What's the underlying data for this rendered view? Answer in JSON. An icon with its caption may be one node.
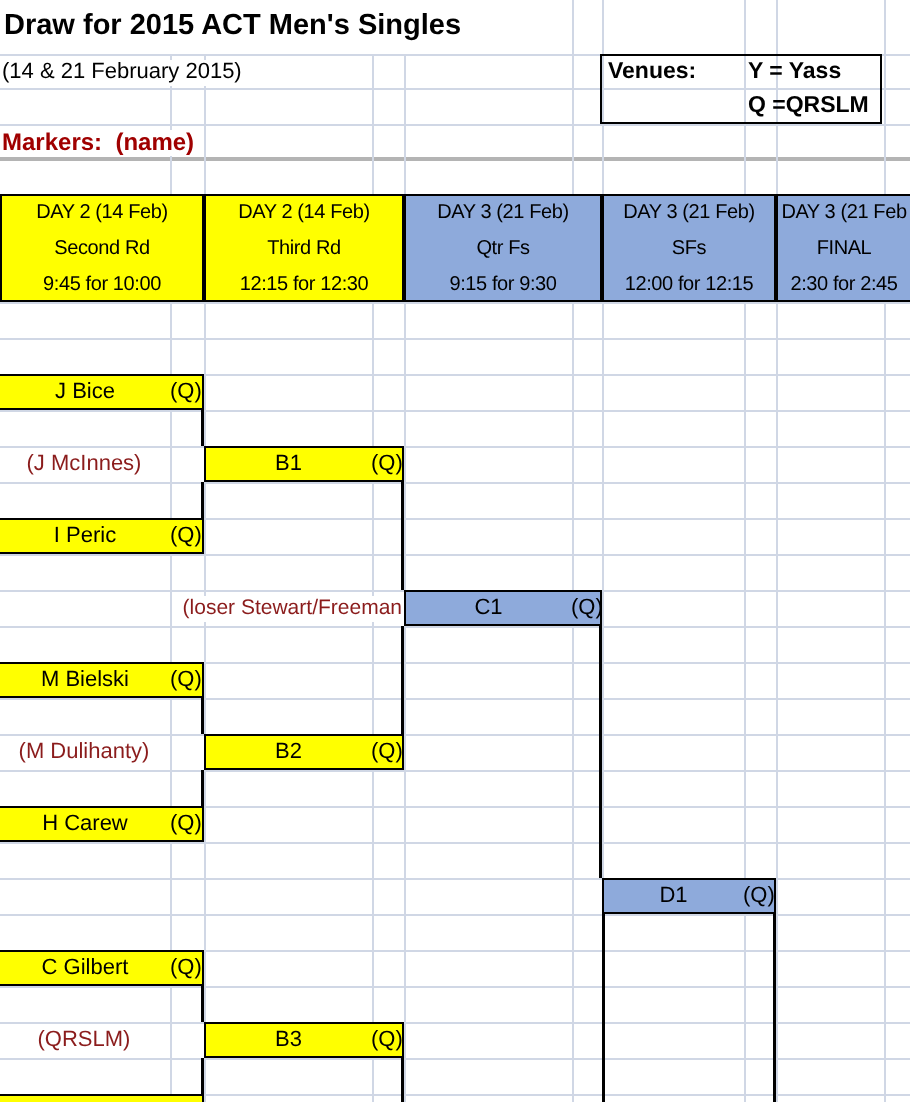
{
  "diagram": {
    "title": "Draw for 2015 ACT Men's Singles",
    "nodes": [
      {
        "text": [
          "Venues:",
          "Y = Yass",
          "Q =QRSLM"
        ]
      },
      {
        "text": [
          "DAY 2 (14 Feb)",
          "Second Rd",
          "9:45 for 10:00"
        ]
      },
      {
        "text": [
          "DAY 2 (14 Feb)",
          "Third Rd",
          "12:15 for 12:30"
        ]
      },
      {
        "text": [
          "DAY 3 (21 Feb)",
          "Qtr Fs",
          "9:15 for 9:30"
        ]
      },
      {
        "text": [
          "DAY 3 (21 Feb)",
          "SFs",
          "12:00 for 12:15"
        ]
      },
      {
        "text": [
          "DAY 3 (21 Feb",
          "FINAL",
          "2:30 for 2:45"
        ]
      },
      {
        "text": [
          "J Bice",
          "(Q)"
        ]
      },
      {
        "text": [
          "B1",
          "(Q)"
        ]
      },
      {
        "text": [
          "I Peric",
          "(Q)"
        ]
      },
      {
        "text": [
          "C1",
          "(Q)"
        ]
      },
      {
        "text": [
          "M Bielski",
          "(Q)"
        ]
      },
      {
        "text": [
          "B2",
          "(Q)"
        ]
      },
      {
        "text": [
          "H Carew",
          "(Q)"
        ]
      },
      {
        "text": [
          "D1",
          "(Q)"
        ]
      },
      {
        "text": [
          "C Gilbert",
          "(Q)"
        ]
      },
      {
        "text": [
          "B3",
          "(Q)"
        ]
      },
      {
        "text": [],
        "shape": "box"
      }
    ],
    "edges": [
      {
        "from": 6,
        "to": 7,
        "arrow": "none"
      },
      {
        "from": 8,
        "to": 7,
        "arrow": "none"
      },
      {
        "from": 7,
        "to": 9,
        "arrow": "none"
      },
      {
        "from": 11,
        "to": 9,
        "arrow": "none"
      },
      {
        "from": 10,
        "to": 11,
        "arrow": "none"
      },
      {
        "from": 12,
        "to": 11,
        "arrow": "none"
      },
      {
        "from": 9,
        "to": 13,
        "arrow": "none"
      },
      {
        "from": null,
        "to": 13,
        "arrow": "none"
      },
      {
        "from": 13,
        "to": null,
        "arrow": "none"
      },
      {
        "from": 14,
        "to": 15,
        "arrow": "none"
      },
      {
        "from": 16,
        "to": 15,
        "arrow": "none"
      },
      {
        "from": 15,
        "to": null,
        "arrow": "none"
      }
    ],
    "labels": [
      "(14 & 21 February 2015)",
      "Markers:  (name)",
      "(J McInnes)",
      "(loser Stewart/Freeman",
      "(M Dulihanty)",
      "(QRSLM)"
    ]
  }
}
